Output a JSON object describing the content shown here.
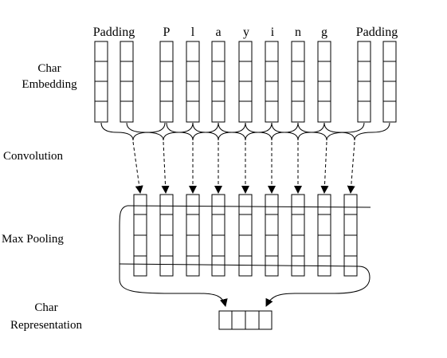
{
  "tokens": [
    "Padding",
    "P",
    "l",
    "a",
    "y",
    "i",
    "n",
    "g",
    "Padding"
  ],
  "labels": {
    "char_embedding": [
      "Char",
      "Embedding"
    ],
    "convolution": "Convolution",
    "max_pooling": "Max Pooling",
    "char_representation": [
      "Char",
      "Representation"
    ]
  }
}
